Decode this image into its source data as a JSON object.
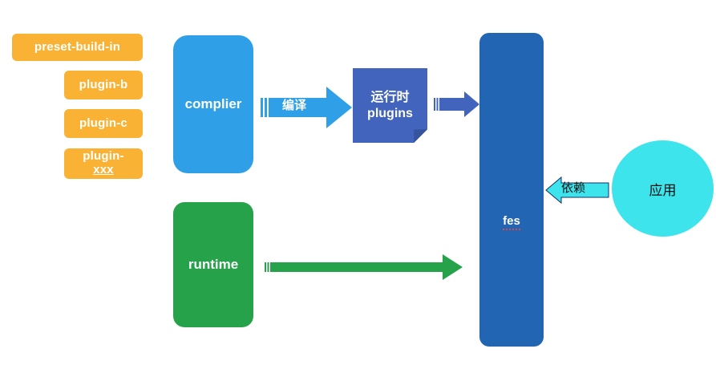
{
  "diagram": {
    "title": "fes architecture diagram",
    "palette": {
      "orange": "#f9b233",
      "light_blue": "#2fa0e8",
      "indigo": "#4264bd",
      "deep_blue": "#2266b3",
      "green": "#26a34a",
      "cyan": "#3de4ec",
      "background": "#ffffff"
    },
    "plugins": [
      {
        "id": "preset-build-in",
        "label": "preset-build-in"
      },
      {
        "id": "plugin-b",
        "label": "plugin-b"
      },
      {
        "id": "plugin-c",
        "label": "plugin-c"
      },
      {
        "id": "plugin-xxx",
        "label_line1": "plugin-",
        "label_line2": "xxx"
      }
    ],
    "nodes": {
      "complier": {
        "label": "complier",
        "shape": "rounded-rect",
        "color": "#2fa0e8"
      },
      "runtime": {
        "label": "runtime",
        "shape": "rounded-rect",
        "color": "#26a34a"
      },
      "runtime_plugins": {
        "label_line1": "运行时",
        "label_line2": "plugins",
        "shape": "document",
        "color": "#4264bd"
      },
      "fes": {
        "label": "fes",
        "shape": "rounded-rect",
        "color": "#2266b3",
        "spellcheck_underline": true
      },
      "app": {
        "label": "应用",
        "shape": "ellipse",
        "color": "#3de4ec"
      }
    },
    "arrows": [
      {
        "id": "compile",
        "label": "编译",
        "from": "complier",
        "to": "runtime_plugins",
        "direction": "right",
        "color": "#2fa0e8"
      },
      {
        "id": "plugins-to-fes",
        "label": "",
        "from": "runtime_plugins",
        "to": "fes",
        "direction": "right",
        "color": "#4264bd"
      },
      {
        "id": "runtime-to-fes",
        "label": "",
        "from": "runtime",
        "to": "fes",
        "direction": "right",
        "color": "#26a34a"
      },
      {
        "id": "depend",
        "label": "依赖",
        "from": "app",
        "to": "fes",
        "direction": "left",
        "color": "#3de4ec"
      }
    ]
  }
}
